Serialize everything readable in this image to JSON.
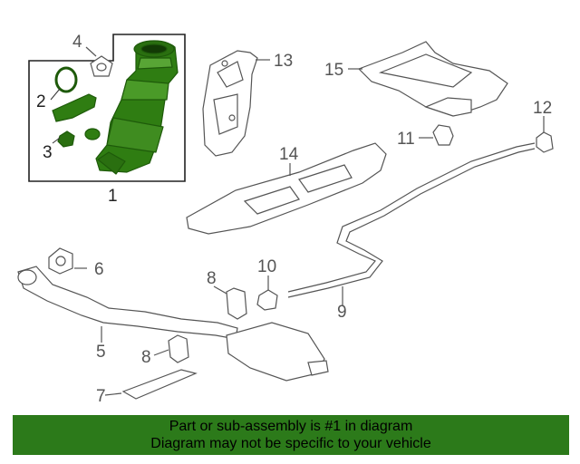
{
  "diagram": {
    "callouts": {
      "c1": "1",
      "c2": "2",
      "c3": "3",
      "c4": "4",
      "c5": "5",
      "c6": "6",
      "c7": "7",
      "c8a": "8",
      "c8b": "8",
      "c9": "9",
      "c10": "10",
      "c11": "11",
      "c12": "12",
      "c13": "13",
      "c14": "14",
      "c15": "15"
    },
    "colors": {
      "highlight": "#2f7d12",
      "highlight_dark": "#1e5a0a",
      "line": "#555555",
      "part_fill": "#ffffff"
    }
  },
  "footer": {
    "line1": "Part or sub-assembly is #1 in diagram",
    "line2": "Diagram may not be specific to your vehicle",
    "background": "#2c7a1a"
  }
}
